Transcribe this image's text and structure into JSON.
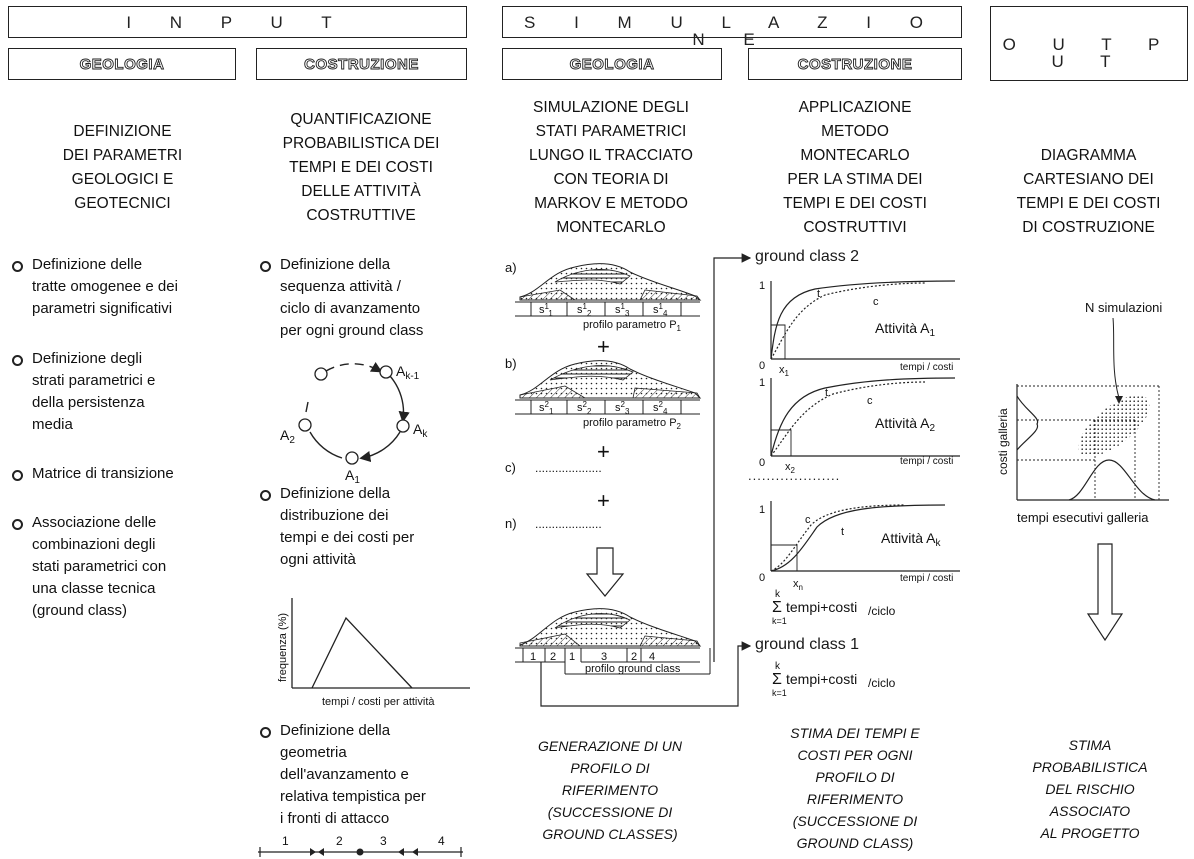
{
  "banners": {
    "input": "I N P U T",
    "simulation": "S I M U L A Z I O N E",
    "output": "O U T P U T"
  },
  "subbanners": {
    "input_geology": "GEOLOGIA",
    "input_construction": "COSTRUZIONE",
    "sim_geology": "GEOLOGIA",
    "sim_construction": "COSTRUZIONE"
  },
  "headings": {
    "col1": [
      "DEFINIZIONE",
      "DEI PARAMETRI",
      "GEOLOGICI E",
      "GEOTECNICI"
    ],
    "col2": [
      "QUANTIFICAZIONE",
      "PROBABILISTICA DEI",
      "TEMPI E DEI COSTI",
      "DELLE ATTIVITÀ",
      "COSTRUTTIVE"
    ],
    "col3": [
      "SIMULAZIONE DEGLI",
      "STATI PARAMETRICI",
      "LUNGO IL TRACCIATO",
      "CON TEORIA DI",
      "MARKOV E METODO",
      "MONTECARLO"
    ],
    "col4": [
      "APPLICAZIONE",
      "METODO",
      "MONTECARLO",
      "PER LA STIMA DEI",
      "TEMPI E DEI COSTI",
      "COSTRUTTIVI"
    ],
    "col5": [
      "DIAGRAMMA",
      "CARTESIANO DEI",
      "TEMPI E DEI COSTI",
      "DI COSTRUZIONE"
    ]
  },
  "col1_items": [
    [
      "Definizione delle",
      "tratte omogenee e dei",
      "parametri significativi"
    ],
    [
      "Definizione degli",
      "strati parametrici e",
      "della persistenza",
      "media"
    ],
    [
      "Matrice di transizione"
    ],
    [
      "Associazione delle",
      "combinazioni degli",
      "stati parametrici con",
      "una classe tecnica",
      "(ground class)"
    ]
  ],
  "col2_items": [
    [
      "Definizione della",
      "sequenza attività /",
      "ciclo di avanzamento",
      "per ogni ground class"
    ],
    [
      "Definizione della",
      "distribuzione dei",
      "tempi e dei costi  per",
      "ogni attività"
    ],
    [
      "Definizione della",
      "geometria",
      "dell'avanzamento e",
      "relativa tempistica per",
      "i fronti di attacco"
    ]
  ],
  "cycle": {
    "nodes": [
      "A",
      "A",
      "A",
      "A"
    ],
    "subs": [
      "k-1",
      "k",
      "1",
      "2"
    ]
  },
  "freq_chart": {
    "ylabel": "frequenza (%)",
    "xlabel": "tempi / costi per attività"
  },
  "fronts": [
    "1",
    "2",
    "3",
    "4"
  ],
  "profiles": {
    "a_label": "a)",
    "b_label": "b)",
    "c_label": "c)",
    "n_label": "n)",
    "a_cells": [
      "s",
      "s",
      "s",
      "s"
    ],
    "a_sups": [
      "1",
      "1",
      "1",
      "1"
    ],
    "a_subs": [
      "1",
      "2",
      "3",
      "4"
    ],
    "a_caption": "profilo parametro P",
    "a_caption_sub": "1",
    "b_cells": [
      "s",
      "s",
      "s",
      "s"
    ],
    "b_sups": [
      "2",
      "2",
      "2",
      "2"
    ],
    "b_subs": [
      "1",
      "2",
      "3",
      "4"
    ],
    "b_caption": "profilo parametro P",
    "b_caption_sub": "2",
    "plus": "+",
    "dots": "....................",
    "final_cells": [
      "1",
      "2",
      "1",
      "3",
      "2",
      "4"
    ],
    "final_caption": "profilo ground class"
  },
  "gc": {
    "class2": "ground class 2",
    "class1": "ground class 1"
  },
  "activity_charts": [
    {
      "name": "Attività A",
      "sub": "1",
      "x": "x",
      "xsub": "1",
      "axis": "tempi / costi",
      "curve_t": "t",
      "curve_c": "c",
      "one": "1",
      "zero": "0"
    },
    {
      "name": "Attività A",
      "sub": "2",
      "x": "x",
      "xsub": "2",
      "axis": "tempi / costi",
      "curve_t": "t",
      "curve_c": "c",
      "one": "1",
      "zero": "0"
    },
    {
      "name": "Attività A",
      "sub": "k",
      "x": "x",
      "xsub": "n",
      "axis": "tempi / costi",
      "curve_t": "t",
      "curve_c": "c",
      "one": "1",
      "zero": "0"
    }
  ],
  "sum_formula": {
    "sigma": "Σ",
    "top": "k",
    "bottom": "k=1",
    "body": "tempi+costi",
    "tail": "/ciclo"
  },
  "output_chart": {
    "label": "N  simulazioni",
    "ylabel": "costi galleria",
    "xlabel": "tempi esecutivi galleria"
  },
  "results": {
    "col3": [
      "GENERAZIONE DI UN",
      "PROFILO DI",
      "RIFERIMENTO",
      "(SUCCESSIONE DI",
      "GROUND CLASSES)"
    ],
    "col4": [
      "STIMA DEI TEMPI E",
      "COSTI PER OGNI",
      "PROFILO DI",
      "RIFERIMENTO",
      "(SUCCESSIONE DI",
      "GROUND CLASS)"
    ],
    "col5": [
      "STIMA",
      "PROBABILISTICA",
      "DEL RISCHIO",
      "ASSOCIATO",
      "AL PROGETTO"
    ]
  }
}
